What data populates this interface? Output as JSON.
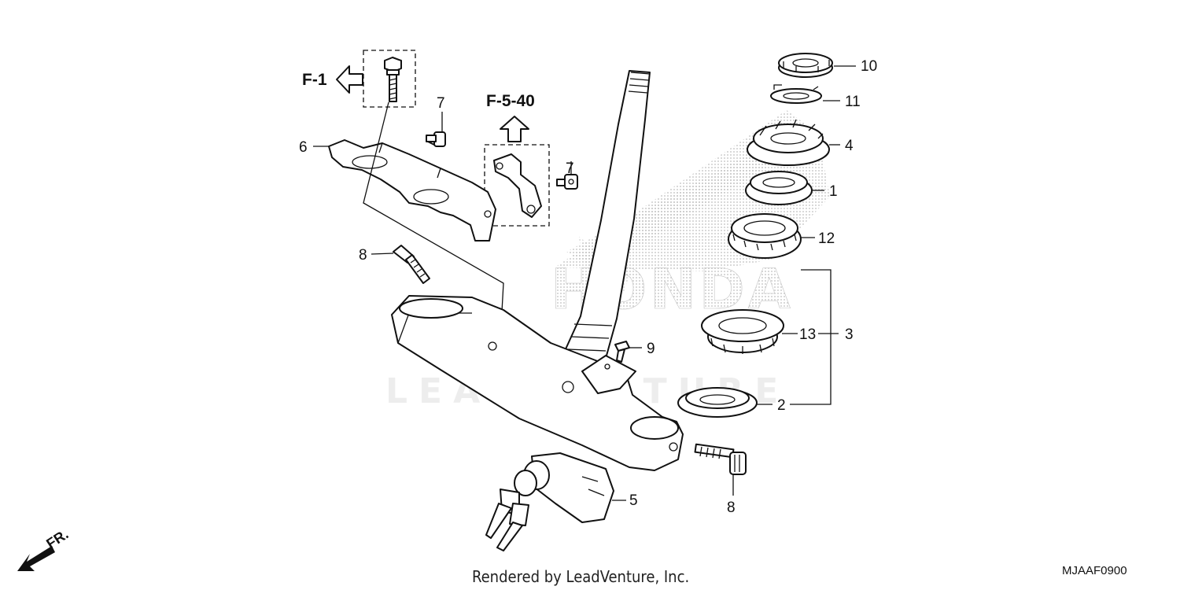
{
  "refs": {
    "f1": "F-1",
    "f540": "F-5-40"
  },
  "callouts": {
    "p1": "1",
    "p2": "2",
    "p3": "3",
    "p4": "4",
    "p5": "5",
    "p6": "6",
    "p7a": "7",
    "p7b": "7",
    "p8a": "8",
    "p8b": "8",
    "p9": "9",
    "p10": "10",
    "p11": "11",
    "p12": "12",
    "p13": "13"
  },
  "watermarks": {
    "brand": "HONDA",
    "publisher": "LEADVENTURE"
  },
  "direction": {
    "label": "FR."
  },
  "footer": {
    "credit": "Rendered by LeadVenture, Inc.",
    "diagram_code": "MJAAF0900"
  },
  "colors": {
    "line": "#111111",
    "watermark_gray": "#ededed",
    "dots": "#bdbdbd"
  }
}
